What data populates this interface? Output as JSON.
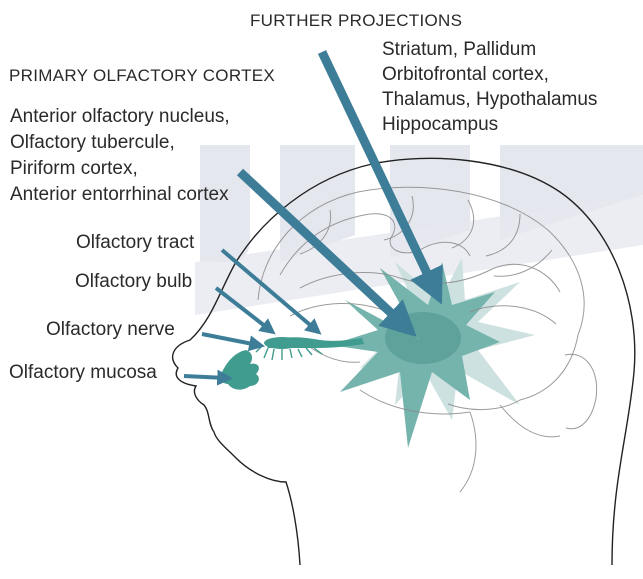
{
  "headings": {
    "further_projections": "FURTHER PROJECTIONS",
    "primary_olfactory_cortex": "PRIMARY OLFACTORY CORTEX"
  },
  "further_projections_targets": [
    "Striatum, Pallidum",
    "Orbitofrontal cortex,",
    "Thalamus, Hypothalamus",
    "Hippocampus"
  ],
  "primary_cortex_areas": [
    "Anterior olfactory nucleus,",
    "Olfactory tubercule,",
    "Piriform cortex,",
    "Anterior entorrhinal cortex"
  ],
  "structure_labels": {
    "olfactory_tract": "Olfactory tract",
    "olfactory_bulb": "Olfactory bulb",
    "olfactory_nerve": "Olfactory nerve",
    "olfactory_mucosa": "Olfactory mucosa"
  },
  "colors": {
    "arrow_blue": "#3d7d98",
    "structure_teal": "#3f9c8f",
    "cortex_teal": "#6fb3ac",
    "projection_wash": "#c8dedd",
    "watermark": "#e4e6ee",
    "outline": "#222222",
    "brain_lines": "#8a8a8a"
  }
}
